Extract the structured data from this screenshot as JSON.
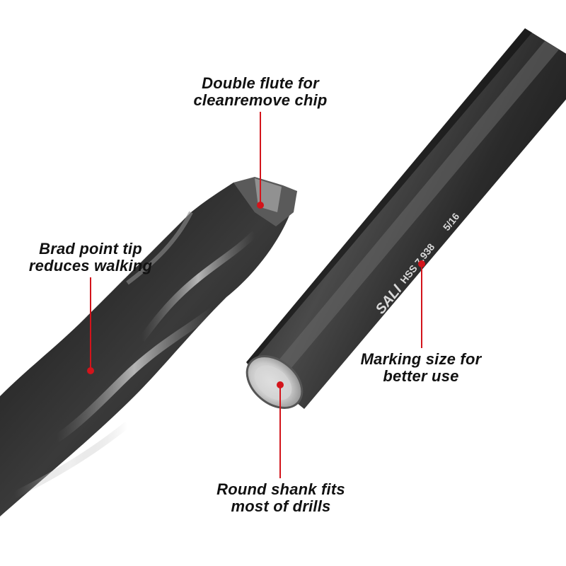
{
  "callouts": {
    "double_flute": {
      "line1": "Double flute for",
      "line2": "cleanremove chip"
    },
    "brad_point": {
      "line1": "Brad point tip",
      "line2": "reduces walking"
    },
    "marking_size": {
      "line1": "Marking size for",
      "line2": "better use"
    },
    "round_shank": {
      "line1": "Round shank fits",
      "line2": "most of drills"
    }
  },
  "shank_marking": {
    "brand": "SALI",
    "material": "HSS 7.938",
    "size": "5/16"
  },
  "colors": {
    "accent_red": "#d3141b",
    "bit_dark": "#2e2e2e",
    "text": "#111111"
  }
}
